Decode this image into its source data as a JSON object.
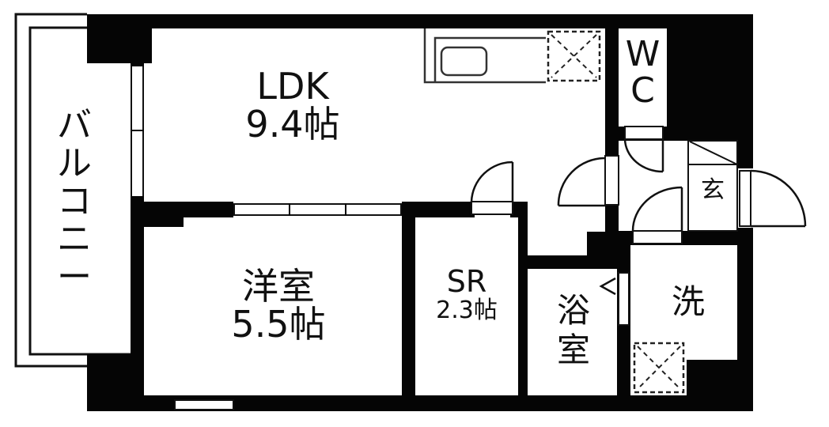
{
  "floor_plan": {
    "type": "apartment floor plan 1SLDK",
    "colors": {
      "wall": "#050505",
      "background": "#ffffff",
      "text": "#111111"
    },
    "balcony": {
      "label": "バルコニー",
      "chars": [
        "バ",
        "ル",
        "コ",
        "ニ",
        "ー"
      ]
    },
    "rooms": [
      {
        "id": "ldk",
        "name": "LDK",
        "size": "9.4帖"
      },
      {
        "id": "western",
        "name": "洋室",
        "size": "5.5帖"
      },
      {
        "id": "sr",
        "name": "SR",
        "size": "2.3帖"
      },
      {
        "id": "bath",
        "name": "浴室",
        "chars": [
          "浴",
          "室"
        ]
      },
      {
        "id": "wash",
        "name": "洗"
      },
      {
        "id": "wc",
        "name": "WC",
        "chars": [
          "W",
          "C"
        ]
      },
      {
        "id": "entrance",
        "name": "玄"
      }
    ],
    "fixtures": [
      {
        "id": "kitchen-sink",
        "name": "kitchen counter with sink"
      },
      {
        "id": "fridge-space",
        "name": "refrigerator space (dashed X)"
      },
      {
        "id": "washer-space",
        "name": "washing machine space (dashed X)"
      }
    ]
  }
}
